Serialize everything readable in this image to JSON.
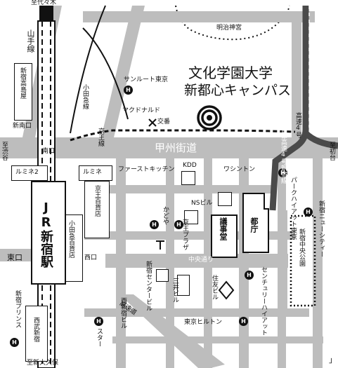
{
  "stations": {
    "north": "至代々木",
    "south": "至新大久保",
    "west": "至渋谷",
    "east": "至初台"
  },
  "lines": {
    "yamanote": "山手線",
    "odakyu": "小田急線",
    "keio": "京王線"
  },
  "roads": {
    "koshu": "甲州街道",
    "chuo": "中央通り",
    "shuto": "首都高速4号新宿線",
    "kosoku": "高速4号",
    "oume": "青梅街道"
  },
  "campus": {
    "line1": "文化学園大学",
    "line2": "新都心キャンパス"
  },
  "landmarks": {
    "meiji": "明治神宮",
    "sunroute": "サンルート東京",
    "mcdonalds": "マクドナルド",
    "koban": "交番",
    "firstkitchen": "ファーストキッチン",
    "kdd": "KDD",
    "washington": "ワシントン",
    "park_hyatt": "パークハイアット東京",
    "ns_bldg": "NSビル",
    "kadoya": "かどや",
    "keio_plaza": "京王プラザ",
    "gijido": "議事堂",
    "tocho": "都庁",
    "shinjuku_newcity": "新宿ニューシティー",
    "chuo_park": "新宿中央公園",
    "shinjuku_center": "新宿センタービル",
    "mitsui": "三井ビル",
    "sumitomo": "住友ビル",
    "century_hyatt": "センチュリーハイアット",
    "tokyo_hilton": "東京ヒルトン",
    "nishi_shinjuku": "西新宿ビル",
    "star": "スター",
    "kosoku_road": "高速道",
    "takashimaya": "新宿高島屋",
    "minami_new": "新南口",
    "minamiguchi": "南口",
    "lumine2": "ルミネ2",
    "lumine": "ルミネ",
    "keio_dept": "京王百貨店",
    "odakyu_dept": "小田急百貨店",
    "jr_station": "JR新宿駅",
    "higashiguchi": "東口",
    "nishiguchi": "西口",
    "shinjuku_prince": "新宿プリンス",
    "seibu": "西武新宿",
    "hotel_mark": "H",
    "corner_mark": "」"
  }
}
